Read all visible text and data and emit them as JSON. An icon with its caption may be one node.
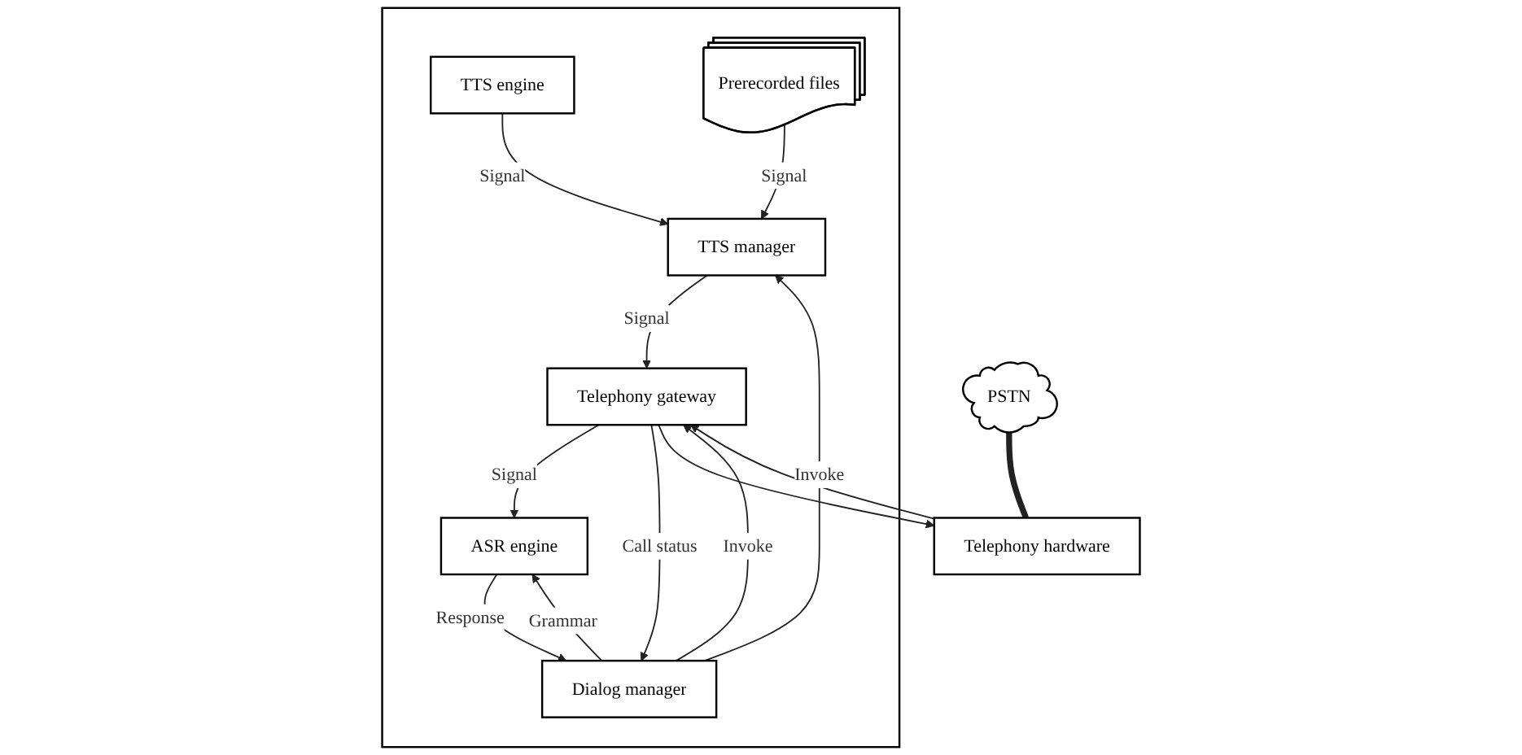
{
  "diagram": {
    "nodes": [
      {
        "text": [],
        "shape": "box"
      },
      {
        "text": [
          "TTS engine"
        ],
        "in": 0
      },
      {
        "text": [
          "Prerecorded files"
        ],
        "in": 0
      },
      {
        "text": [
          "ASR engine"
        ],
        "in": 0
      },
      {
        "text": [
          "TTS manager"
        ],
        "in": 0
      },
      {
        "text": [
          "Dialog manager"
        ],
        "in": 0
      },
      {
        "text": [
          "PSTN"
        ]
      },
      {
        "text": [
          "Telephony hardware"
        ]
      },
      {
        "text": [
          "Telephony gateway"
        ],
        "in": 0
      }
    ],
    "edges": [
      {
        "from": 1,
        "to": 4,
        "arrow": "to",
        "label": "Signal"
      },
      {
        "from": 2,
        "to": 4,
        "arrow": "to",
        "label": "Signal"
      },
      {
        "from": 8,
        "to": 3,
        "arrow": "to",
        "label": "Signal"
      },
      {
        "from": 5,
        "to": 4,
        "arrow": "to",
        "label": "Invoke"
      },
      {
        "from": 5,
        "to": 3,
        "arrow": "to",
        "label": "Grammar"
      },
      {
        "from": 3,
        "to": 5,
        "arrow": "to",
        "label": "Response"
      },
      {
        "from": 4,
        "to": 8,
        "arrow": "to",
        "label": "Signal"
      },
      {
        "from": 8,
        "to": 5,
        "arrow": "to",
        "label": "Call status"
      },
      {
        "from": 5,
        "to": 8,
        "arrow": "to",
        "label": "Invoke"
      },
      {
        "from": 8,
        "to": 7,
        "arrow": "to"
      },
      {
        "from": 7,
        "to": 8,
        "arrow": "to"
      },
      {
        "from": 6,
        "to": 7,
        "arrow": "none",
        "style": "thick"
      }
    ]
  }
}
